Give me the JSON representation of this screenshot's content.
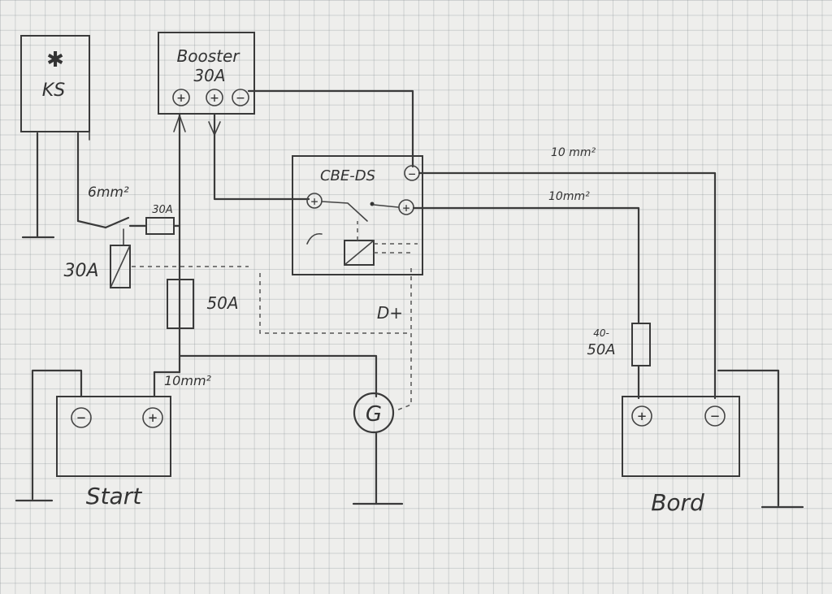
{
  "labels": {
    "ks_symbol": "✱",
    "ks": "KS",
    "booster_line1": "Booster",
    "booster_line2": "30A",
    "booster_plus": "+",
    "booster_plus2": "+",
    "booster_minus": "−",
    "cbe_title": "CBE-DS",
    "cbe_minus": "−",
    "cbe_plus": "+",
    "cbe_left_plus": "+",
    "wire_6mm": "6mm²",
    "fuse_30a_small": "30A",
    "fuse_30a": "30A",
    "fuse_50a": "50A",
    "dplus": "D+",
    "wire_10mm_top": "10 mm²",
    "wire_10mm_mid": "10mm²",
    "wire_10mm_start": "10mm²",
    "fuse_bord_top": "40-",
    "fuse_bord_bottom": "50A",
    "start_minus": "−",
    "start_plus": "+",
    "start_label": "Start",
    "generator": "G",
    "bord_plus": "+",
    "bord_minus": "−",
    "bord_label": "Bord"
  }
}
